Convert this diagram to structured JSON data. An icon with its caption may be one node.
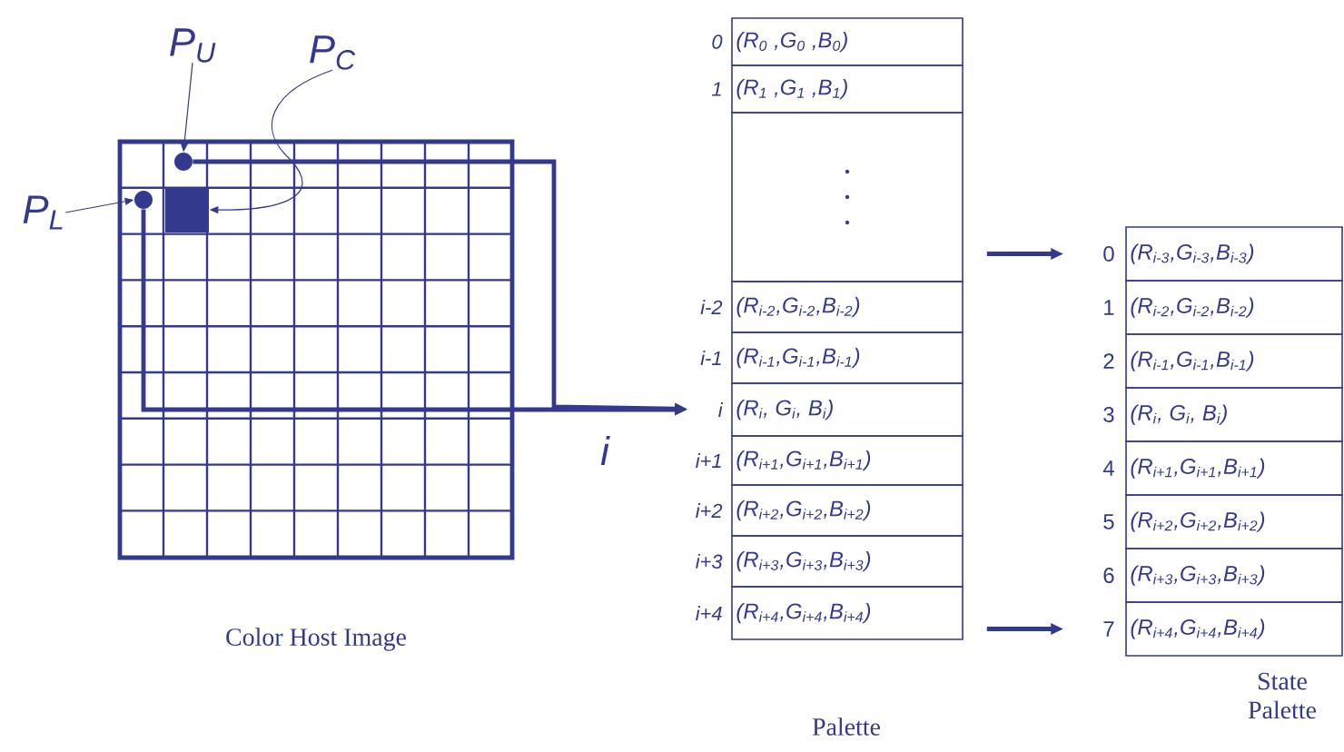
{
  "diagram": {
    "nodes": [
      {
        "text": [
          "P$_{U}$"
        ]
      },
      {
        "text": [
          "P$_{C}$"
        ]
      },
      {
        "text": [
          "P$_{L}$"
        ]
      },
      {
        "text": [],
        "shape": "box",
        "beside": [
          "Color Host Image"
        ]
      },
      {
        "text": [],
        "shape": "circle",
        "in": 3
      },
      {
        "text": [],
        "shape": "circle",
        "in": 3
      },
      {
        "text": [],
        "shape": "box",
        "in": 3
      },
      {
        "text": [
          "(R$_{0}$ ,G$_{0}$ ,B$_{0}$)"
        ],
        "beside": [
          "0"
        ]
      },
      {
        "text": [
          "(R$_{1}$ ,G$_{1}$ ,B$_{1}$)"
        ],
        "beside": [
          "1"
        ]
      },
      {
        "text": [],
        "shape": "box"
      },
      {
        "text": [
          "(R$_{i-2}$,G$_{i-2}$,B$_{i-2}$)"
        ],
        "beside": [
          "i-2"
        ]
      },
      {
        "text": [
          "(R$_{i-1}$,G$_{i-1}$,B$_{i-1}$)"
        ],
        "beside": [
          "i-1"
        ]
      },
      {
        "text": [
          "(R$_{i}$, G$_{i}$, B$_{i}$)"
        ],
        "beside": [
          "i"
        ]
      },
      {
        "text": [
          "(R$_{i+1}$,G$_{i+1}$,B$_{i+1}$)"
        ],
        "beside": [
          "i+1"
        ]
      },
      {
        "text": [
          "(R$_{i+2}$,G$_{i+2}$,B$_{i+2}$)"
        ],
        "beside": [
          "i+2"
        ]
      },
      {
        "text": [
          "(R$_{i+3}$,G$_{i+3}$,B$_{i+3}$)"
        ],
        "beside": [
          "i+3"
        ]
      },
      {
        "text": [
          "(R$_{i+4}$,G$_{i+4}$,B$_{i+4}$)"
        ],
        "beside": [
          "i+4"
        ]
      },
      {
        "text": [
          "(R$_{i-3}$,G$_{i-3}$,B$_{i-3}$)"
        ],
        "beside": [
          "0"
        ]
      },
      {
        "text": [
          "(R$_{i-2}$,G$_{i-2}$,B$_{i-2}$)"
        ],
        "beside": [
          "1"
        ]
      },
      {
        "text": [
          "(R$_{i-1}$,G$_{i-1}$,B$_{i-1}$)"
        ],
        "beside": [
          "2"
        ]
      },
      {
        "text": [
          "(R$_{i}$, G$_{i}$, B$_{i}$)"
        ],
        "beside": [
          "3"
        ]
      },
      {
        "text": [
          "(R$_{i+1}$,G$_{i+1}$,B$_{i+1}$)"
        ],
        "beside": [
          "4"
        ]
      },
      {
        "text": [
          "(R$_{i+2}$,G$_{i+2}$,B$_{i+2}$)"
        ],
        "beside": [
          "5"
        ]
      },
      {
        "text": [
          "(R$_{i+3}$,G$_{i+3}$,B$_{i+3}$)"
        ],
        "beside": [
          "6"
        ]
      },
      {
        "text": [
          "(R$_{i+4}$,G$_{i+4}$,B$_{i+4}$)"
        ],
        "beside": [
          "7"
        ]
      }
    ],
    "edges": [
      {
        "from": 0,
        "to": 4,
        "arrow": "to"
      },
      {
        "from": 1,
        "to": 6,
        "arrow": "to"
      },
      {
        "from": 2,
        "to": 5,
        "arrow": "to"
      },
      {
        "from": 4,
        "to": 12,
        "arrow": "to"
      },
      {
        "from": 5,
        "to": 12,
        "arrow": "to",
        "label": "i"
      },
      {
        "from": 9,
        "to": 17,
        "arrow": "to"
      },
      {
        "from": 16,
        "to": 24,
        "arrow": "to"
      }
    ],
    "labels": [
      "Palette",
      "State Palette"
    ]
  }
}
